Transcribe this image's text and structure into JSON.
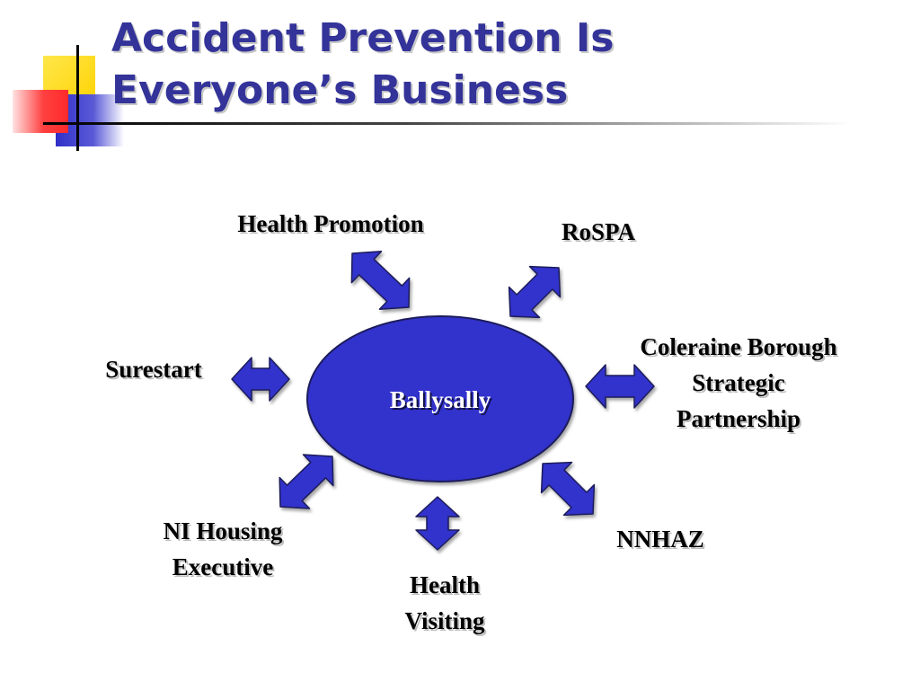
{
  "title": {
    "line1": "Accident Prevention Is",
    "line2": "Everyone’s Business"
  },
  "colors": {
    "title": "#333399",
    "shape_fill": "#3333CC",
    "deco_yellow": "#FFD700",
    "deco_red": "#FF3333",
    "deco_blue": "#3333CC"
  },
  "diagram": {
    "center": "Ballysally",
    "nodes": {
      "health_promotion": "Health Promotion",
      "rospa": "RoSPA",
      "coleraine": [
        "Coleraine Borough",
        "Strategic",
        "Partnership"
      ],
      "nnhaz": "NNHAZ",
      "health_visiting": [
        "Health",
        "Visiting"
      ],
      "ni_housing": [
        "NI Housing",
        "Executive"
      ],
      "surestart": "Surestart"
    }
  }
}
